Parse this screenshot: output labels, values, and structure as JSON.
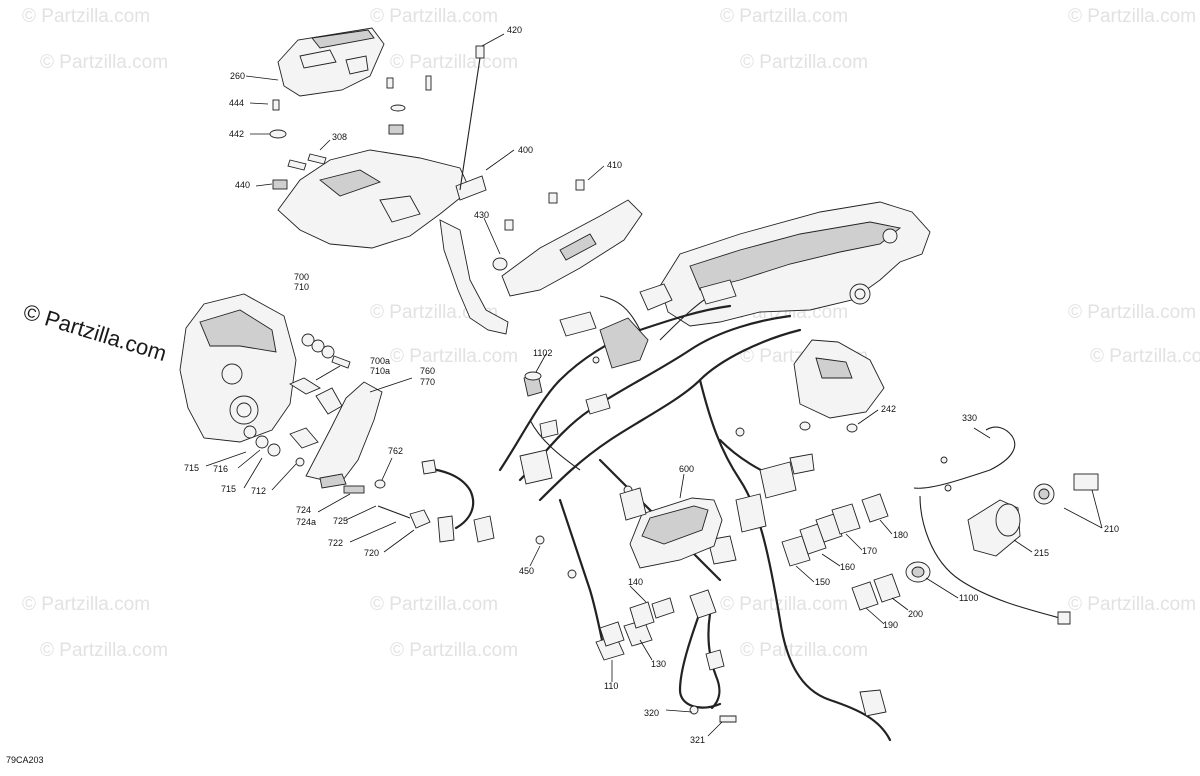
{
  "watermark": "© Partzilla.com",
  "brand_left": "© Partzilla.com",
  "diagram_code": "79CA203",
  "callouts": [
    "420",
    "260",
    "444",
    "442",
    "308",
    "440",
    "400",
    "410",
    "430",
    "700",
    "710",
    "700a",
    "710a",
    "760",
    "770",
    "1102",
    "242",
    "330",
    "715",
    "716",
    "715",
    "712",
    "762",
    "724",
    "724a",
    "725",
    "722",
    "720",
    "600",
    "450",
    "140",
    "130",
    "110",
    "320",
    "321",
    "150",
    "160",
    "170",
    "180",
    "200",
    "190",
    "1100",
    "215",
    "210"
  ]
}
